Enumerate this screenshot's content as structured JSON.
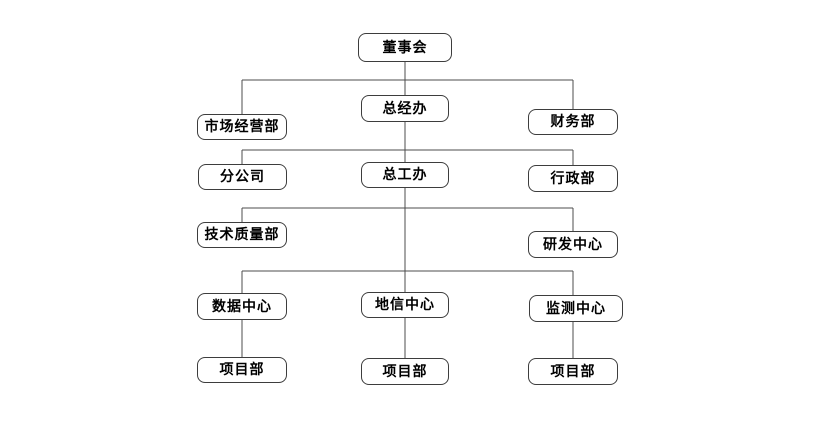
{
  "diagram": {
    "type": "org-chart",
    "colors": {
      "background": "#ffffff",
      "line": "#4c4c4c",
      "box_border": "#3d3d3d",
      "box_fill": "#ffffff",
      "text": "#000000"
    },
    "nodes": [
      {
        "id": "board",
        "label": "董事会",
        "level": 1,
        "parent": null
      },
      {
        "id": "marketing-dept",
        "label": "市场经营部",
        "level": 2,
        "parent": "board"
      },
      {
        "id": "gm-office",
        "label": "总经办",
        "level": 2,
        "parent": "board"
      },
      {
        "id": "finance-dept",
        "label": "财务部",
        "level": 2,
        "parent": "board"
      },
      {
        "id": "branch-company",
        "label": "分公司",
        "level": 3,
        "parent": "gm-office"
      },
      {
        "id": "chief-engineer-office",
        "label": "总工办",
        "level": 3,
        "parent": "gm-office"
      },
      {
        "id": "admin-dept",
        "label": "行政部",
        "level": 3,
        "parent": "gm-office"
      },
      {
        "id": "tech-quality-dept",
        "label": "技术质量部",
        "level": 4,
        "parent": "chief-engineer-office"
      },
      {
        "id": "rd-center",
        "label": "研发中心",
        "level": 4,
        "parent": "chief-engineer-office"
      },
      {
        "id": "data-center",
        "label": "数据中心",
        "level": 5,
        "parent": "chief-engineer-office"
      },
      {
        "id": "geo-info-center",
        "label": "地信中心",
        "level": 5,
        "parent": "chief-engineer-office"
      },
      {
        "id": "monitoring-center",
        "label": "监测中心",
        "level": 5,
        "parent": "chief-engineer-office"
      },
      {
        "id": "project-dept-1",
        "label": "项目部",
        "level": 6,
        "parent": "data-center"
      },
      {
        "id": "project-dept-2",
        "label": "项目部",
        "level": 6,
        "parent": "geo-info-center"
      },
      {
        "id": "project-dept-3",
        "label": "项目部",
        "level": 6,
        "parent": "monitoring-center"
      }
    ]
  }
}
